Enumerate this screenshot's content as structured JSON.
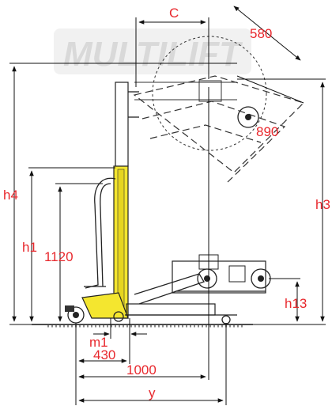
{
  "logo": {
    "text": "MULTILIFT"
  },
  "dimensions": {
    "c": "C",
    "d580": "580",
    "d890": "890",
    "h4": "h4",
    "h3": "h3",
    "h1": "h1",
    "d1120": "1120",
    "h13": "h13",
    "m1": "m1",
    "d430": "430",
    "d1000": "1000",
    "y": "y"
  },
  "colors": {
    "dimension_text": "#e8282d",
    "mast": "#f4e62f",
    "lines": "#111111"
  }
}
